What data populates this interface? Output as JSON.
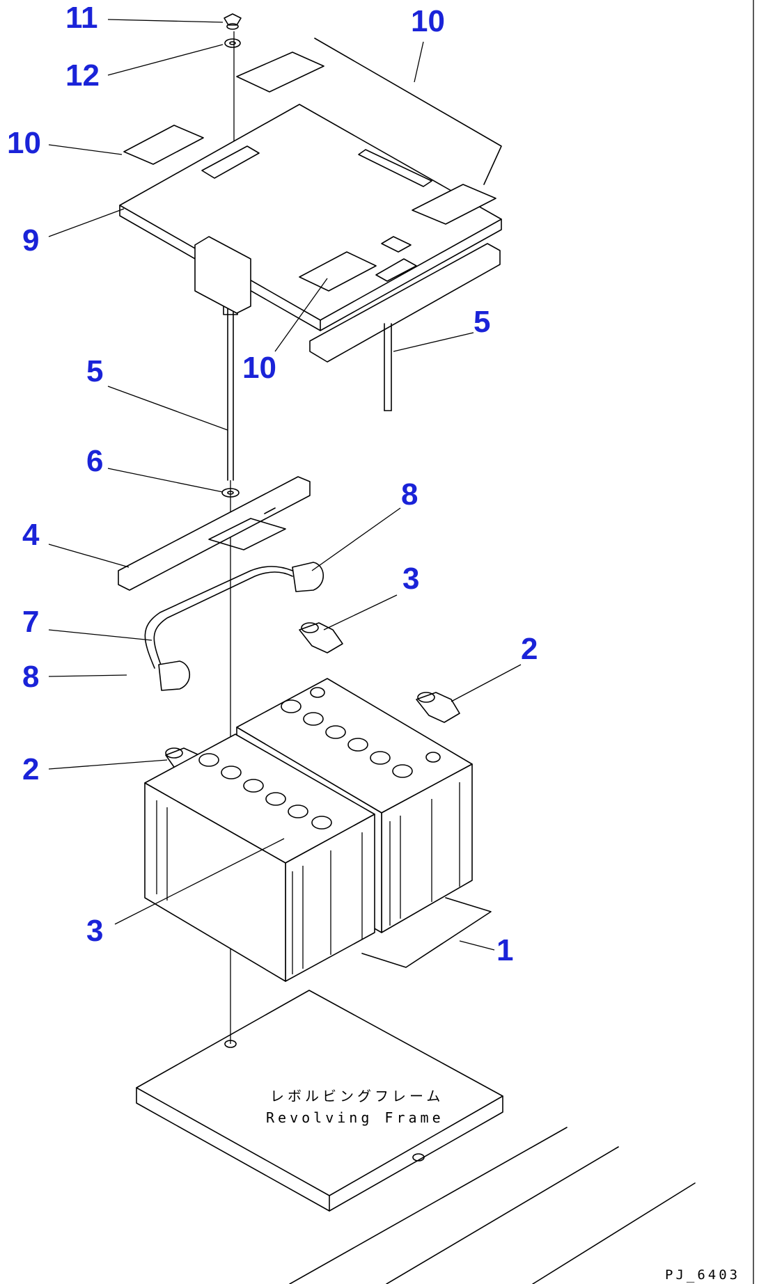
{
  "callouts": [
    "11",
    "12",
    "10",
    "10",
    "9",
    "10",
    "5",
    "5",
    "6",
    "4",
    "8",
    "3",
    "7",
    "8",
    "2",
    "2",
    "3",
    "1"
  ],
  "frame_label_jp": "レボルビングフレーム",
  "frame_label_en": "Revolving Frame",
  "drawing_code": "PJ_6403"
}
